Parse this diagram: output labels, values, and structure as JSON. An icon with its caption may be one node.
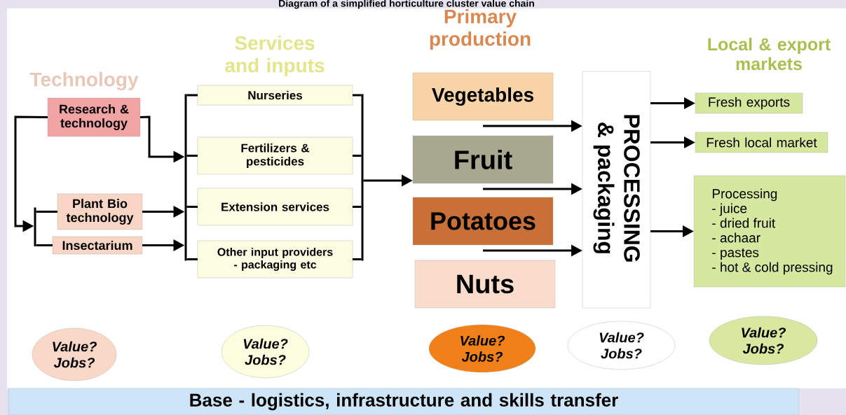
{
  "diagram": {
    "title": "Diagram of a simplified horticulture cluster value chain",
    "nodes": [
      {
        "text": [
          "Research & technology"
        ]
      },
      {
        "text": [
          "Plant Bio technology"
        ]
      },
      {
        "text": [
          "Insectarium"
        ]
      },
      {
        "text": [
          "Nurseries"
        ]
      },
      {
        "text": [
          "Fertilizers & pesticides"
        ]
      },
      {
        "text": [
          "Extension services"
        ]
      },
      {
        "text": [
          "Other input providers - packaging etc"
        ]
      },
      {
        "text": [
          "Vegetables"
        ]
      },
      {
        "text": [
          "Fruit"
        ]
      },
      {
        "text": [
          "Potatoes"
        ]
      },
      {
        "text": [
          "Nuts"
        ]
      },
      {
        "text": [
          "PROCESSING",
          "& packaging"
        ]
      },
      {
        "text": [
          "Fresh exports"
        ]
      },
      {
        "text": [
          "Fresh local market"
        ]
      },
      {
        "text": [
          "Processing",
          "- juice",
          "- dried fruit",
          "- achaar",
          "- pastes",
          "- hot & cold pressing"
        ]
      },
      {
        "text": [
          "Value? Jobs?"
        ]
      },
      {
        "text": [
          "Value? Jobs?"
        ]
      },
      {
        "text": [
          "Value? Jobs?"
        ]
      },
      {
        "text": [
          "Value? Jobs?"
        ]
      },
      {
        "text": [
          "Value? Jobs?"
        ]
      },
      {
        "text": [
          "Base - logistics, infrastructure and skills transfer"
        ]
      },
      {
        "text": [],
        "shape": "bar"
      },
      {
        "text": [],
        "shape": "bar"
      },
      {
        "text": [],
        "shape": "bar"
      }
    ],
    "edges": [
      {
        "from": 0,
        "to": 21,
        "arrow": "to"
      },
      {
        "from": 21,
        "to": 1,
        "arrow": "none"
      },
      {
        "from": 21,
        "to": 2,
        "arrow": "none"
      },
      {
        "from": 0,
        "to": 22,
        "arrow": "to"
      },
      {
        "from": 1,
        "to": 22,
        "arrow": "to"
      },
      {
        "from": 2,
        "to": 22,
        "arrow": "to"
      },
      {
        "from": 22,
        "to": 3,
        "arrow": "none"
      },
      {
        "from": 22,
        "to": 4,
        "arrow": "none"
      },
      {
        "from": 22,
        "to": 5,
        "arrow": "none"
      },
      {
        "from": 22,
        "to": 6,
        "arrow": "none"
      },
      {
        "from": 3,
        "to": 23,
        "arrow": "none"
      },
      {
        "from": 4,
        "to": 23,
        "arrow": "none"
      },
      {
        "from": 5,
        "to": 23,
        "arrow": "none"
      },
      {
        "from": 6,
        "to": 23,
        "arrow": "none"
      },
      {
        "from": 23,
        "to": 8,
        "arrow": "to"
      },
      {
        "from": 7,
        "to": 11,
        "arrow": "to"
      },
      {
        "from": 8,
        "to": 11,
        "arrow": "to"
      },
      {
        "from": 9,
        "to": 11,
        "arrow": "to"
      },
      {
        "from": 11,
        "to": 12,
        "arrow": "to"
      },
      {
        "from": 11,
        "to": 13,
        "arrow": "to"
      },
      {
        "from": 11,
        "to": 14,
        "arrow": "to"
      }
    ],
    "labels": [
      "Technology",
      "Services and inputs",
      "Primary production",
      "Local & export markets"
    ]
  }
}
